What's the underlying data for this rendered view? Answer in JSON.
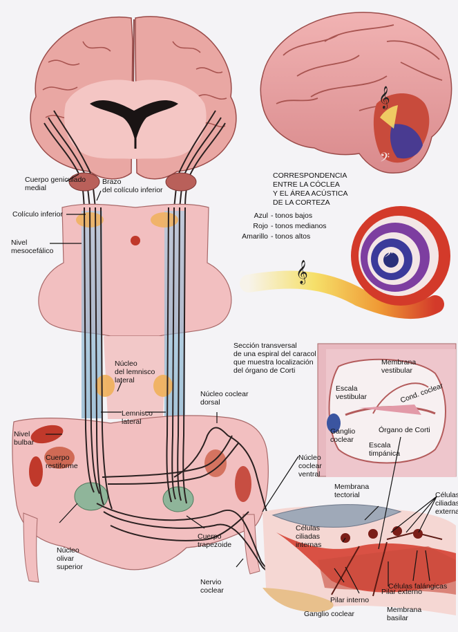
{
  "colors": {
    "brain": "#e9a7a3",
    "brain_dark": "#b85f5c",
    "ventricle": "#1a1414",
    "stem": "#f2bfc0",
    "fibre": "#2a2020",
    "blue_tract": "#8fb9d6",
    "olive": "#8fb59a",
    "restiform": "#d06a55",
    "bulbar_red": "#c0392b",
    "orange_nuc": "#f0b05a",
    "cortex": "#e59a9c",
    "cochlea_red": "#d33a2a",
    "cochlea_blue": "#3b3a9a",
    "cochlea_yellow": "#f6e06a",
    "background": "#f4f3f6"
  },
  "icons": [
    "treble-clef-icon",
    "bass-clef-icon"
  ],
  "glyphs": {
    "treble": "𝄞",
    "bass": "𝄢"
  },
  "title_block": {
    "lines": [
      "CORRESPONDENCIA",
      "ENTRE LA CÓCLEA",
      "Y EL ÁREA ACÚSTICA",
      "DE LA CORTEZA"
    ]
  },
  "legend": [
    {
      "color": "Azul",
      "sep": "-",
      "text": "tonos bajos"
    },
    {
      "color": "Rojo",
      "sep": "-",
      "text": "tonos medianos"
    },
    {
      "color": "Amarillo",
      "sep": "-",
      "text": "tonos altos"
    }
  ],
  "section_note": [
    "Sección transversal",
    "de una espiral del caracol",
    "que muestra localización",
    "del órgano de Corti"
  ],
  "labels": {
    "cuerpo_geniculado": [
      "Cuerpo geniculado",
      "medial"
    ],
    "brazo": [
      "Brazo",
      "del colículo inferior"
    ],
    "coliculo_inferior": [
      "Colículo inferior"
    ],
    "nivel_mesocefalico": [
      "Nivel",
      "mesocefálico"
    ],
    "nucleo_lemnisco": [
      "Núcleo",
      "del lemnisco",
      "lateral"
    ],
    "lemnisco_lateral": [
      "Lemnisco",
      "lateral"
    ],
    "nucleo_coclear_dorsal": [
      "Núcleo coclear",
      "dorsal"
    ],
    "nivel_bulbar": [
      "Nivel",
      "bulbar"
    ],
    "cuerpo_restiforme": [
      "Cuerpo",
      "restiforme"
    ],
    "nucleo_coclear_ventral": [
      "Núcleo",
      "coclear",
      "ventral"
    ],
    "nucleo_olivar": [
      "Núcleo",
      "olivar",
      "superior"
    ],
    "cuerpo_trapezoide": [
      "Cuerpo",
      "trapezoide"
    ],
    "nervio_coclear": [
      "Nervio",
      "coclear"
    ],
    "ganglio_coclear_bottom": [
      "Ganglio coclear"
    ],
    "pilar_interno": [
      "Pilar interno"
    ],
    "pilar_externo": [
      "Pilar externo"
    ],
    "membrana_basilar": [
      "Membrana",
      "basilar"
    ],
    "membrana_tectorial": [
      "Membrana",
      "tectorial"
    ],
    "celulas_ciliadas_internas": [
      "Células",
      "ciliadas",
      "internas"
    ],
    "celulas_ciliadas_externas": [
      "Células",
      "ciliadas",
      "externas"
    ],
    "celulas_falangicas": [
      "Células falángicas"
    ],
    "membrana_vestibular": [
      "Membrana",
      "vestibular"
    ],
    "escala_vestibular": [
      "Escala",
      "vestibular"
    ],
    "cond_coclear": [
      "Cond. coclear"
    ],
    "ganglio_coclear_inset": [
      "Ganglio",
      "coclear"
    ],
    "organo_corti": [
      "Órgano de Corti"
    ],
    "escala_timpanica": [
      "Escala",
      "timpánica"
    ]
  }
}
